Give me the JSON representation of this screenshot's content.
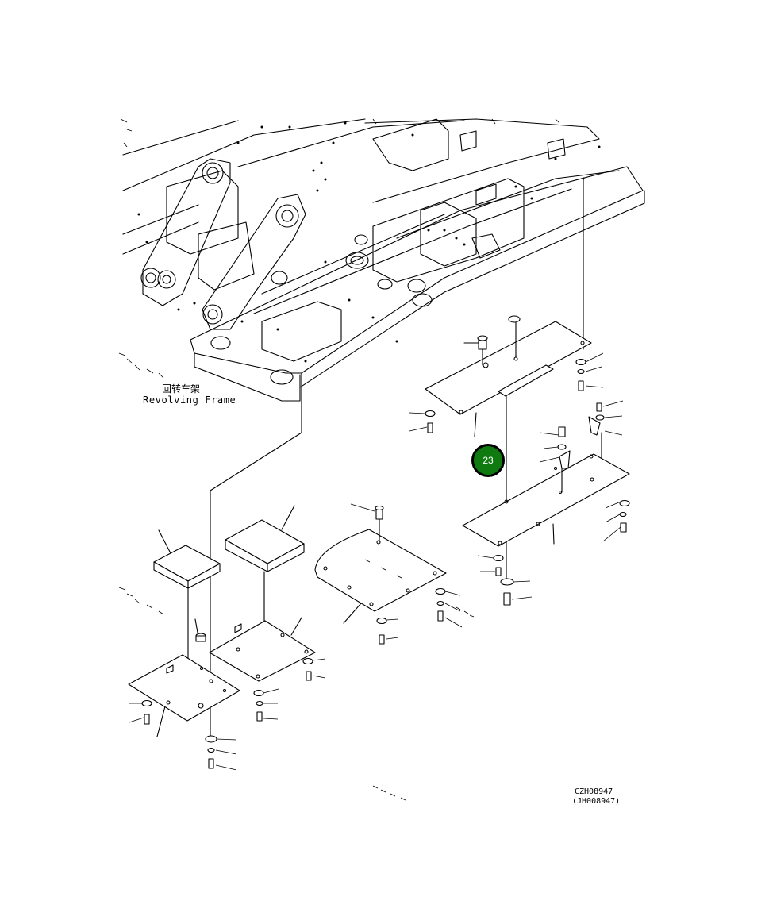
{
  "frame_label": {
    "chinese": "回转车架",
    "english": "Revolving Frame"
  },
  "reference_callout": {
    "number": "23",
    "color": "#0f7a0f"
  },
  "drawing_codes": {
    "primary": "CZH08947",
    "secondary": "(JH008947)"
  }
}
